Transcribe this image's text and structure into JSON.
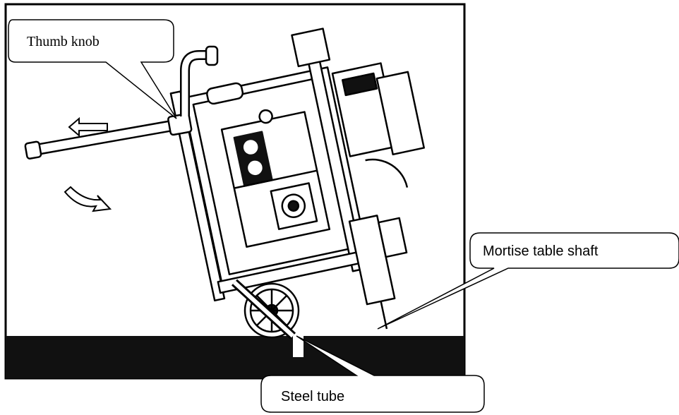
{
  "callouts": {
    "thumb_knob": "Thumb knob",
    "mortise_table_shaft": "Mortise table shaft",
    "steel_tube": "Steel tube"
  },
  "colors": {
    "ink": "#000000",
    "ground": "#111111",
    "paper": "#ffffff"
  }
}
